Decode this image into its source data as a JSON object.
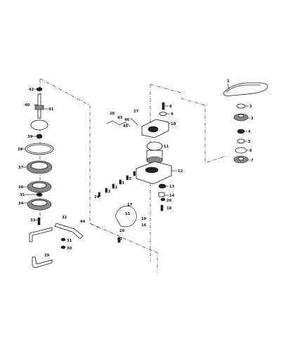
{
  "callouts": [
    {
      "id": "c1",
      "text": "1"
    },
    {
      "id": "c2",
      "text": "2"
    },
    {
      "id": "c3",
      "text": "3"
    },
    {
      "id": "c4",
      "text": "4"
    },
    {
      "id": "c5",
      "text": "5"
    },
    {
      "id": "c6",
      "text": "6"
    },
    {
      "id": "c7",
      "text": "7"
    },
    {
      "id": "c8",
      "text": "8"
    },
    {
      "id": "c9",
      "text": "9"
    },
    {
      "id": "c10",
      "text": "10"
    },
    {
      "id": "c11",
      "text": "11"
    },
    {
      "id": "c12",
      "text": "12"
    },
    {
      "id": "c13",
      "text": "13"
    },
    {
      "id": "c14",
      "text": "14"
    },
    {
      "id": "c15",
      "text": "15"
    },
    {
      "id": "c16",
      "text": "16"
    },
    {
      "id": "c17",
      "text": "17"
    },
    {
      "id": "c18",
      "text": "18"
    },
    {
      "id": "c19",
      "text": "19"
    },
    {
      "id": "c20",
      "text": "20"
    },
    {
      "id": "c21",
      "text": "21"
    },
    {
      "id": "c22",
      "text": "22"
    },
    {
      "id": "c23",
      "text": "23"
    },
    {
      "id": "c24",
      "text": "24"
    },
    {
      "id": "c25",
      "text": "25"
    },
    {
      "id": "c26",
      "text": "26"
    },
    {
      "id": "c27",
      "text": "27"
    },
    {
      "id": "c28",
      "text": "28"
    },
    {
      "id": "c29",
      "text": "29"
    },
    {
      "id": "c30",
      "text": "30"
    },
    {
      "id": "c31",
      "text": "31"
    },
    {
      "id": "c32",
      "text": "32"
    },
    {
      "id": "c33",
      "text": "33"
    },
    {
      "id": "c34",
      "text": "34"
    },
    {
      "id": "c35",
      "text": "35"
    },
    {
      "id": "c36",
      "text": "36"
    },
    {
      "id": "c37",
      "text": "37"
    },
    {
      "id": "c38",
      "text": "38"
    },
    {
      "id": "c39",
      "text": "39"
    },
    {
      "id": "c40",
      "text": "40"
    },
    {
      "id": "c41",
      "text": "41"
    },
    {
      "id": "c42",
      "text": "42"
    },
    {
      "id": "c43",
      "text": "43"
    },
    {
      "id": "c44",
      "text": "44"
    },
    {
      "id": "c45",
      "text": "45"
    },
    {
      "id": "c46",
      "text": "46"
    },
    {
      "id": "c47",
      "text": "47"
    }
  ],
  "colors": {
    "ink": "#111111",
    "paper": "#ffffff",
    "shade": "#888888"
  }
}
